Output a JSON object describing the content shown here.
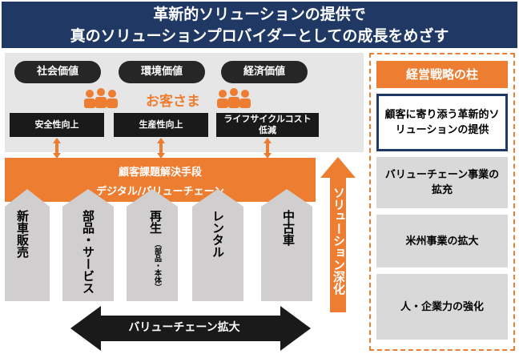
{
  "header": {
    "line1": "革新的ソリューションの提供で",
    "line2": "真のソリューションプロバイダーとしての成長をめざす"
  },
  "values": [
    "社会価値",
    "環境価値",
    "経済価値"
  ],
  "customer": "お客さま",
  "outcomes": [
    "安全性向上",
    "生産性向上",
    "ライフサイクルコスト",
    "低減"
  ],
  "band": {
    "line1": "顧客課題解決手段",
    "line2": "デジタル/バリューチェーン"
  },
  "pillars": [
    "新車販売",
    "部品・サービス",
    "再生",
    "（部品・本体）",
    "レンタル",
    "中古車"
  ],
  "vertical_arrow": "ソリューション深化",
  "bottom_arrow": "バリューチェーン拡大",
  "strategy": {
    "title": "経営戦略の柱",
    "items": [
      "顧客に寄り添う革新的ソリューションの提供",
      "バリューチェーン事業の拡充",
      "米州事業の拡大",
      "人・企業力の強化"
    ]
  },
  "colors": {
    "navy": "#1f3864",
    "orange": "#ed7d31",
    "gray": "#e7e6e6",
    "dark": "#1a1a1a"
  }
}
